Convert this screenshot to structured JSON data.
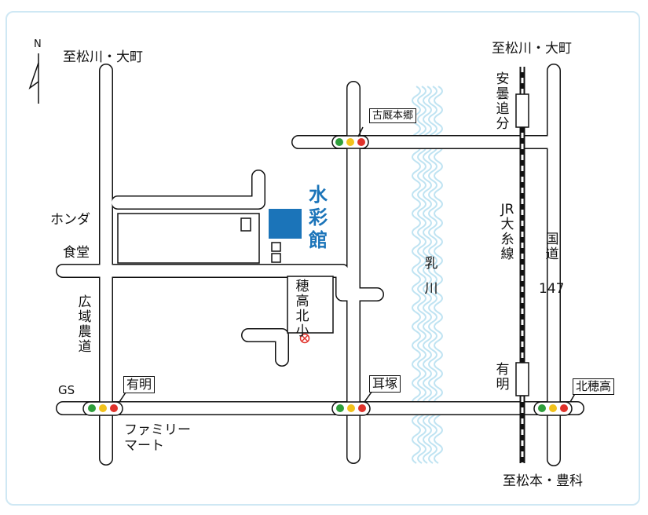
{
  "compass": {
    "north_label": "N"
  },
  "destinations": {
    "top_left": "至松川・大町",
    "top_right": "至松川・大町",
    "bottom_right": "至松本・豊科"
  },
  "landmarks": {
    "honda": "ホンダ",
    "shokudo": "食堂",
    "gs": "GS",
    "family_mart_line1": "ファミリー",
    "family_mart_line2": "マート",
    "farm_road": "広域農道",
    "river": "乳川",
    "jr_line": "JR大糸線",
    "national_road_label": "国道",
    "national_road_number": "147",
    "station_azumi_oiwake": "安曇追分",
    "station_ariake": "有明",
    "school": "穂高北小",
    "venue": "水彩館"
  },
  "intersections": {
    "kohonmiyago": "古厩本郷",
    "ariake": "有明",
    "mimizuka": "耳塚",
    "kitahotaka": "北穂高"
  },
  "colors": {
    "venue": "#1b74b9",
    "river": "#bfe3f2",
    "frame": "#cfe8f4",
    "signal_green": "#2e9e3a",
    "signal_yellow": "#f2c21b",
    "signal_red": "#e0322b"
  }
}
